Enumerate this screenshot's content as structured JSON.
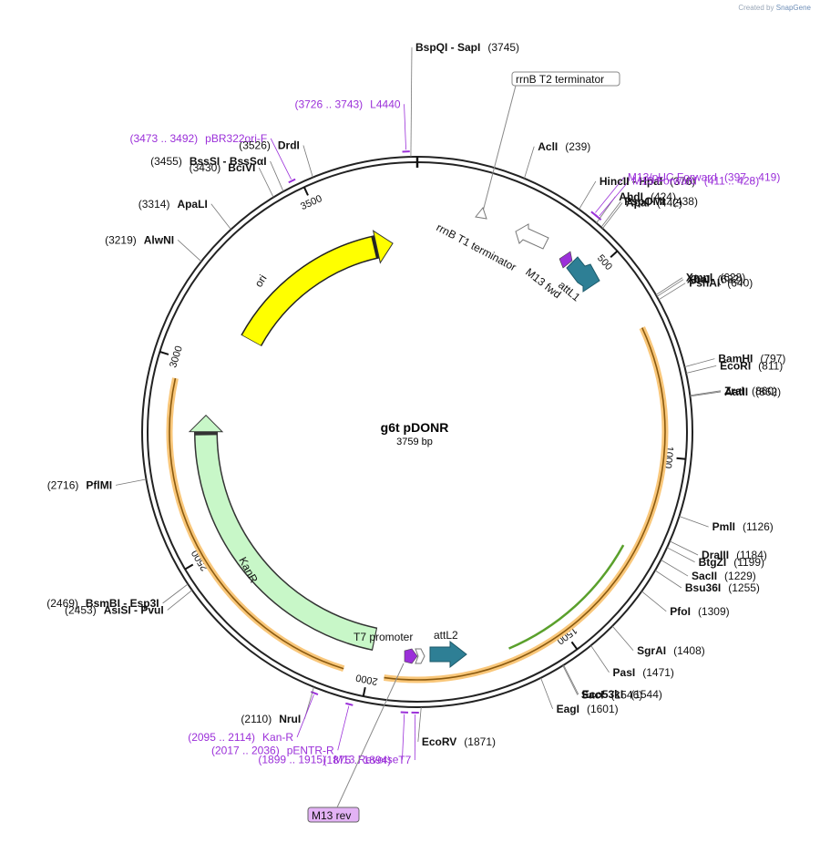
{
  "credit": {
    "created_by": "Created by",
    "brand": "SnapGene"
  },
  "plasmid": {
    "name": "g6t pDONR",
    "size_label": "3759 bp",
    "length": 3759
  },
  "ticks": [
    {
      "label": "500",
      "pos": 500
    },
    {
      "label": "1000",
      "pos": 1000
    },
    {
      "label": "1500",
      "pos": 1500
    },
    {
      "label": "2000",
      "pos": 2000
    },
    {
      "label": "2500",
      "pos": 2500
    },
    {
      "label": "3000",
      "pos": 3000
    },
    {
      "label": "3500",
      "pos": 3500
    }
  ],
  "enzymes": [
    {
      "pos": 3745,
      "name": "BspQI  -  SapI",
      "num": "(3745)",
      "side": "top"
    },
    {
      "pos": 239,
      "name": "AclI",
      "num": "(239)",
      "side": "right"
    },
    {
      "pos": 376,
      "name": "HincII  -  HpaI",
      "num": "(376)",
      "side": "right"
    },
    {
      "pos": 424,
      "name": "AhdI",
      "num": "(424)",
      "side": "right"
    },
    {
      "pos": 438,
      "name": "PspOMI",
      "num": "(438)",
      "side": "right"
    },
    {
      "pos": 442,
      "name": "ApaI",
      "num": "(442)",
      "side": "right"
    },
    {
      "pos": 628,
      "name": "XmnI",
      "num": "(628)",
      "side": "right"
    },
    {
      "pos": 632,
      "name": "XbaI",
      "num": "(632)",
      "side": "right"
    },
    {
      "pos": 640,
      "name": "PshAI",
      "num": "(640)",
      "side": "right"
    },
    {
      "pos": 797,
      "name": "BamHI",
      "num": "(797)",
      "side": "right"
    },
    {
      "pos": 811,
      "name": "EcoRI",
      "num": "(811)",
      "side": "right"
    },
    {
      "pos": 860,
      "name": "ZraI",
      "num": "(860)",
      "side": "right"
    },
    {
      "pos": 862,
      "name": "AatII",
      "num": "(862)",
      "side": "right"
    },
    {
      "pos": 1126,
      "name": "PmlI",
      "num": "(1126)",
      "side": "right"
    },
    {
      "pos": 1184,
      "name": "DraIII",
      "num": "(1184)",
      "side": "right"
    },
    {
      "pos": 1199,
      "name": "BtgZI",
      "num": "(1199)",
      "side": "right"
    },
    {
      "pos": 1229,
      "name": "SacII",
      "num": "(1229)",
      "side": "right"
    },
    {
      "pos": 1255,
      "name": "Bsu36I",
      "num": "(1255)",
      "side": "right"
    },
    {
      "pos": 1309,
      "name": "PfoI",
      "num": "(1309)",
      "side": "right"
    },
    {
      "pos": 1408,
      "name": "SgrAI",
      "num": "(1408)",
      "side": "right"
    },
    {
      "pos": 1471,
      "name": "PasI",
      "num": "(1471)",
      "side": "right"
    },
    {
      "pos": 1544,
      "name": "Eco53kI",
      "num": "(1544)",
      "side": "right"
    },
    {
      "pos": 1546,
      "name": "SacI",
      "num": "(1546)",
      "side": "right"
    },
    {
      "pos": 1601,
      "name": "EagI",
      "num": "(1601)",
      "side": "right"
    },
    {
      "pos": 1871,
      "name": "EcoRV",
      "num": "(1871)",
      "side": "right"
    },
    {
      "pos": 2110,
      "name": "NruI",
      "num": "(2110)",
      "side": "left"
    },
    {
      "pos": 2453,
      "name": "AsiSI  -  PvuI",
      "num": "(2453)",
      "side": "left"
    },
    {
      "pos": 2469,
      "name": "BsmBI  -  Esp3I",
      "num": "(2469)",
      "side": "left"
    },
    {
      "pos": 2716,
      "name": "PflMI",
      "num": "(2716)",
      "side": "left"
    },
    {
      "pos": 3219,
      "name": "AlwNI",
      "num": "(3219)",
      "side": "left"
    },
    {
      "pos": 3314,
      "name": "ApaLI",
      "num": "(3314)",
      "side": "left"
    },
    {
      "pos": 3430,
      "name": "BciVI",
      "num": "(3430)",
      "side": "left"
    },
    {
      "pos": 3455,
      "name": "BssSI  -  BssSαI",
      "num": "(3455)",
      "side": "left"
    },
    {
      "pos": 3526,
      "name": "DrdI",
      "num": "(3526)",
      "side": "left"
    }
  ],
  "primers": [
    {
      "range": "(3726 .. 3743)",
      "name": "L4440",
      "pos": 3735,
      "side": "left"
    },
    {
      "range": "(3473 .. 3492)",
      "name": "pBR322ori-F",
      "pos": 3482,
      "side": "left"
    },
    {
      "range": "(397 .. 419)",
      "name": "M13/pUC Forward",
      "pos": 408,
      "side": "right"
    },
    {
      "range": "(411 .. 428)",
      "name": "M13 Forward",
      "pos": 419,
      "side": "right"
    },
    {
      "range": "(2095 .. 2114)",
      "name": "Kan-R",
      "pos": 2104,
      "side": "left"
    },
    {
      "range": "(2017 .. 2036)",
      "name": "pENTR-R",
      "pos": 2026,
      "side": "left"
    },
    {
      "range": "(1899 .. 1915)",
      "name": "M13 Reverse",
      "pos": 1907,
      "side": "left"
    },
    {
      "range": "(1875 .. 1894)",
      "name": "T7",
      "pos": 1884,
      "side": "left"
    }
  ],
  "features": {
    "rrnB_T2": "rrnB T2 terminator",
    "rrnB_T1": "rrnB T1 terminator",
    "m13_fwd": "M13 fwd",
    "attL1": "attL1",
    "attL2": "attL2",
    "t7_promoter": "T7 promoter",
    "m13_rev": "M13 rev",
    "ori": "ori",
    "kanR": "KanR"
  },
  "colors": {
    "primer": "#9b30d9",
    "ori": "#ffff00",
    "kanR": "#c8f7c8",
    "attL": "#2e7f95",
    "orange_band": "#f9c77a",
    "green_arc": "#5aa02c",
    "purple_feature": "#9b30d9",
    "m13rev_box": "#e3b2f5"
  }
}
